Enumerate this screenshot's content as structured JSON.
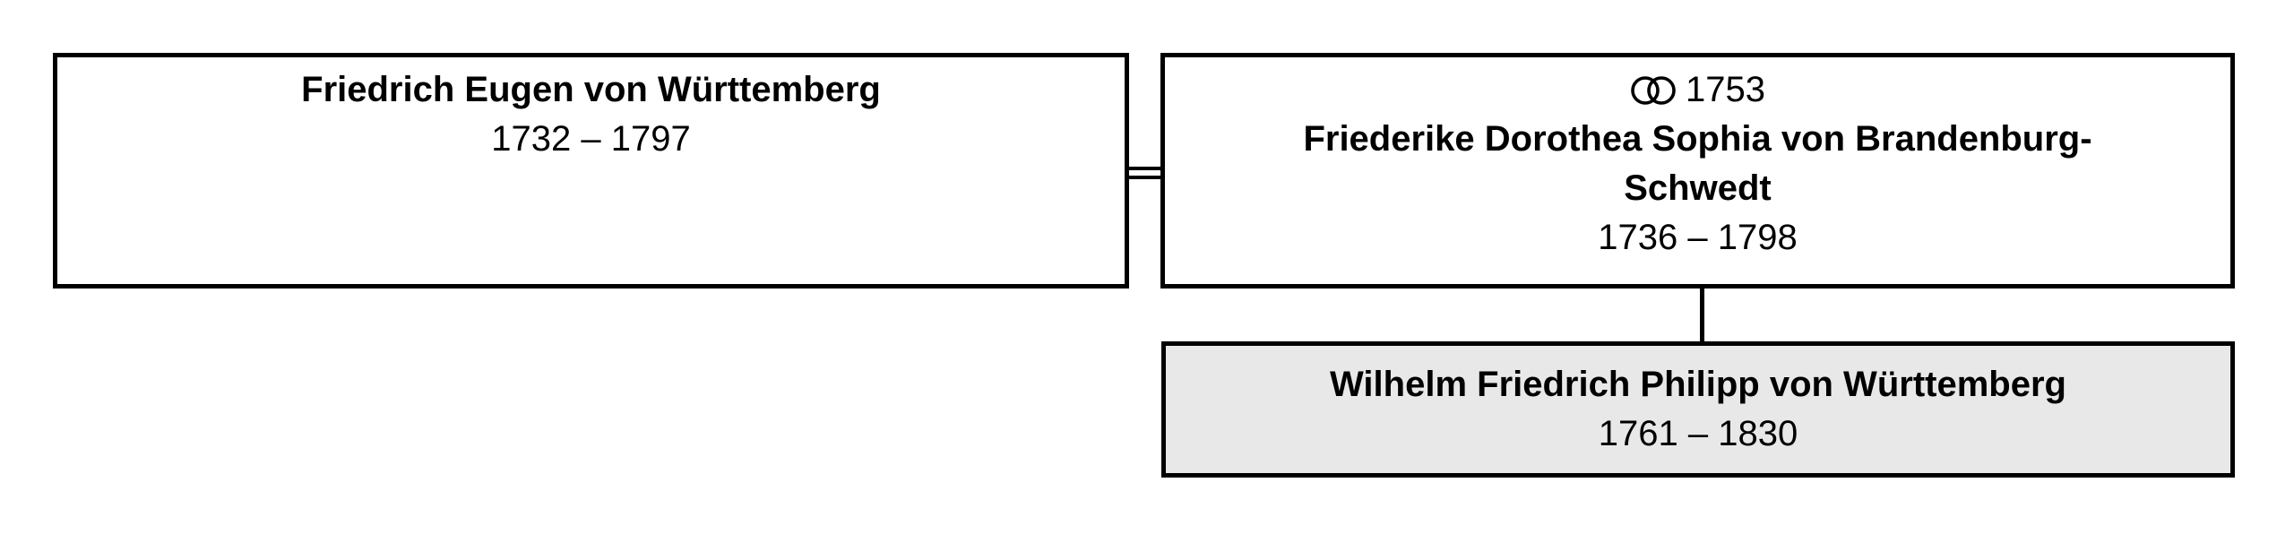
{
  "colors": {
    "background": "#ffffff",
    "box_border": "#000000",
    "box_fill": "#ffffff",
    "highlight_fill": "#e8e8e8",
    "connector_line": "#000000",
    "text": "#000000"
  },
  "people": {
    "father": {
      "name": "Friedrich Eugen von Württemberg",
      "years": "1732 – 1797"
    },
    "mother": {
      "marriage_year": "1753",
      "name_lines": {
        "0": "Friederike Dorothea Sophia von Brandenburg-",
        "1": "Schwedt"
      },
      "years": "1736 – 1798"
    },
    "child": {
      "name": "Wilhelm Friedrich Philipp von Württemberg",
      "years": "1761 – 1830",
      "highlighted": true
    }
  }
}
